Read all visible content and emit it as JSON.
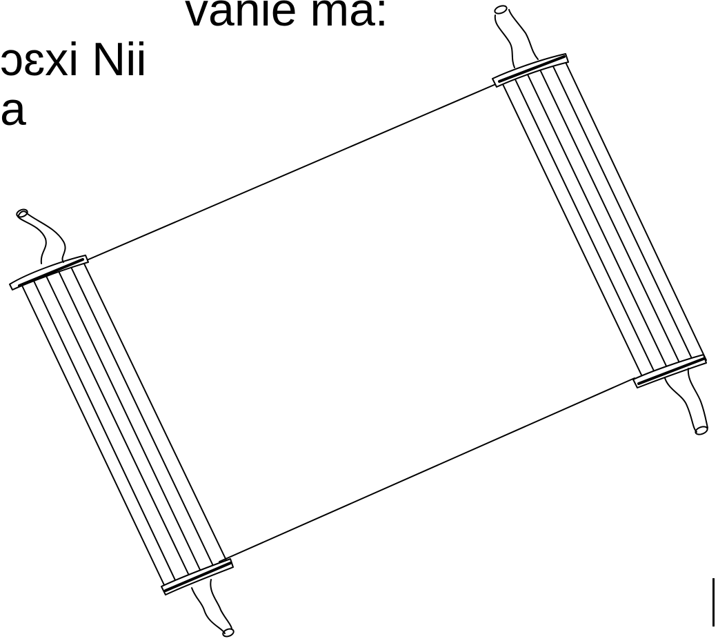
{
  "slide": {
    "text_lines": [
      "vanie ma:",
      "ɔɛxi Nii",
      "a"
    ]
  },
  "colors": {
    "background": "#ffffff",
    "ink": "#000000"
  },
  "illustration": {
    "icon": "torah-scroll-icon"
  }
}
